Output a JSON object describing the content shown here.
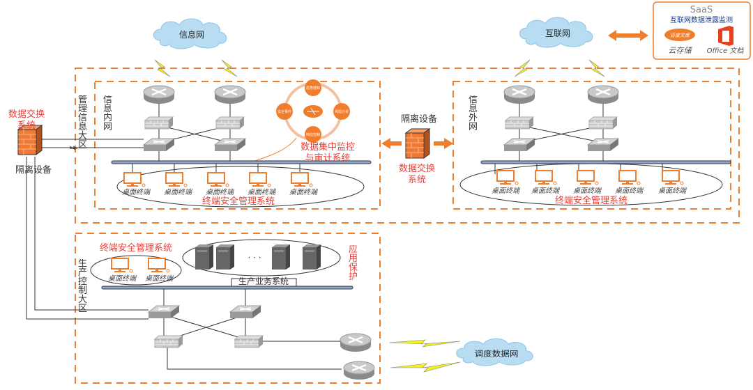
{
  "colors": {
    "accent": "#f07d2c",
    "label_red": "#e8403a",
    "bus": "#8fa8c8"
  },
  "clouds": {
    "info_net": "信息网",
    "internet": "互联网",
    "dispatch_net": "调度数据网"
  },
  "saas": {
    "title": "SaaS",
    "subtitle": "互联网数据泄露监测",
    "cloud_storage_logo": "百度文库",
    "cloud_storage": "云存储",
    "office": "Office 文档"
  },
  "left_exchange": {
    "title_line1": "数据交换",
    "title_line2": "系统",
    "device": "隔离设备"
  },
  "mgmt_zone": {
    "label": "管理信息大区",
    "inner_net": "信息内网",
    "outer_net": "信息外网"
  },
  "monitor": {
    "nodes": [
      "态势感知",
      "风险分析",
      "响应控制",
      "安全事件"
    ],
    "title_line1": "数据集中监控",
    "title_line2": "与审计系统"
  },
  "middle_exchange": {
    "device": "隔离设备",
    "title_line1": "数据交换",
    "title_line2": "系统"
  },
  "terminal_label": "桌面终端",
  "terminal_mgmt_system": "终端安全管理系统",
  "production": {
    "zone_label": "生产控制大区",
    "terminal_system": "终端安全管理系统",
    "business_system": "生产业务系统",
    "app_protection": "应用保护",
    "ellipsis": "· · ·"
  }
}
